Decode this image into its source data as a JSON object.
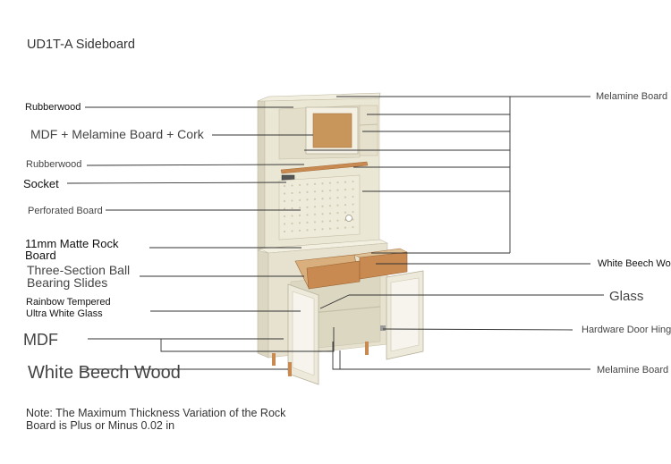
{
  "title": "UD1T-A Sideboard",
  "labels": {
    "rubberwood_top": "Rubberwood",
    "mdf_melamine_cork": "MDF + Melamine Board + Cork",
    "rubberwood_mid": "Rubberwood",
    "socket": "Socket",
    "perforated_board": "Perforated Board",
    "rock_board_line1": "11mm Matte Rock",
    "rock_board_line2": "Board",
    "slides_line1": "Three-Section Ball",
    "slides_line2": "Bearing Slides",
    "glass_type_line1": "Rainbow Tempered",
    "glass_type_line2": "Ultra White Glass",
    "mdf": "MDF",
    "white_beech_left": "White Beech Wood",
    "melamine_top": "Melamine Board",
    "white_beech_right": "White Beech Wood",
    "glass": "Glass",
    "hardware_hinge": "Hardware Door Hinge",
    "melamine_bottom": "Melamine Board"
  },
  "note": "Note: The Maximum Thickness Variation of the Rock Board is Plus or Minus 0.02 in",
  "colors": {
    "cabinet_body": "#ece8d6",
    "cabinet_edge": "#c9c4ad",
    "cork": "#c8955a",
    "wood": "#c98a52",
    "leader_line": "#333333"
  }
}
